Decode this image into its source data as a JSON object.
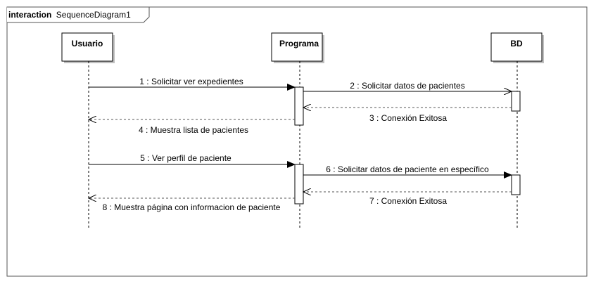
{
  "frame": {
    "keyword": "interaction",
    "name": "SequenceDiagram1"
  },
  "lifelines": [
    {
      "id": "usuario",
      "label": "Usuario"
    },
    {
      "id": "programa",
      "label": "Programa"
    },
    {
      "id": "bd",
      "label": "BD"
    }
  ],
  "messages": [
    {
      "id": "m1",
      "label": "1 : Solicitar ver expedientes",
      "kind": "sync"
    },
    {
      "id": "m2",
      "label": "2 : Solicitar datos de pacientes",
      "kind": "async"
    },
    {
      "id": "m3",
      "label": "3 : Conexión Exitosa",
      "kind": "return"
    },
    {
      "id": "m4",
      "label": "4 : Muestra lista de pacientes",
      "kind": "return"
    },
    {
      "id": "m5",
      "label": "5 : Ver perfil de paciente",
      "kind": "sync"
    },
    {
      "id": "m6",
      "label": "6 : Solicitar datos de paciente en específico",
      "kind": "sync"
    },
    {
      "id": "m7",
      "label": "7 : Conexión Exitosa",
      "kind": "return"
    },
    {
      "id": "m8",
      "label": "8 : Muestra página con informacion de paciente",
      "kind": "return"
    }
  ],
  "colors": {
    "line": "#000000",
    "dashed": "#555555",
    "box_fill": "#ffffff",
    "shadow": "#bfbfbf",
    "frame_border": "#555555"
  }
}
